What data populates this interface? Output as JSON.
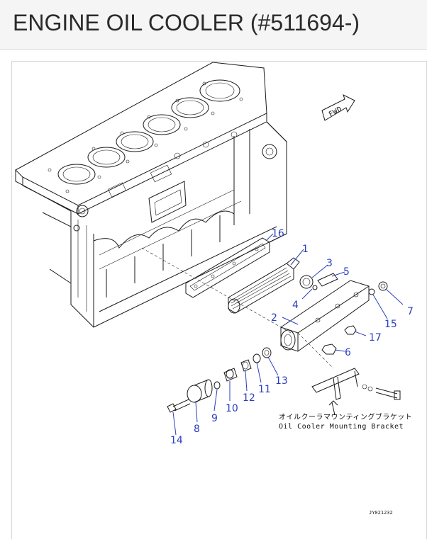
{
  "header": {
    "title": "ENGINE OIL COOLER (#511694-)"
  },
  "diagram": {
    "fwd_label": "FWD",
    "note_jp": "オイルクーラマウンティングブラケット",
    "note_en": "Oil Cooler Mounting Bracket",
    "drawing_code": "JY021232",
    "callouts": [
      {
        "n": "16"
      },
      {
        "n": "1"
      },
      {
        "n": "3"
      },
      {
        "n": "5"
      },
      {
        "n": "4"
      },
      {
        "n": "2"
      },
      {
        "n": "7"
      },
      {
        "n": "15"
      },
      {
        "n": "17"
      },
      {
        "n": "6"
      },
      {
        "n": "13"
      },
      {
        "n": "11"
      },
      {
        "n": "12"
      },
      {
        "n": "10"
      },
      {
        "n": "9"
      },
      {
        "n": "8"
      },
      {
        "n": "14"
      }
    ]
  }
}
